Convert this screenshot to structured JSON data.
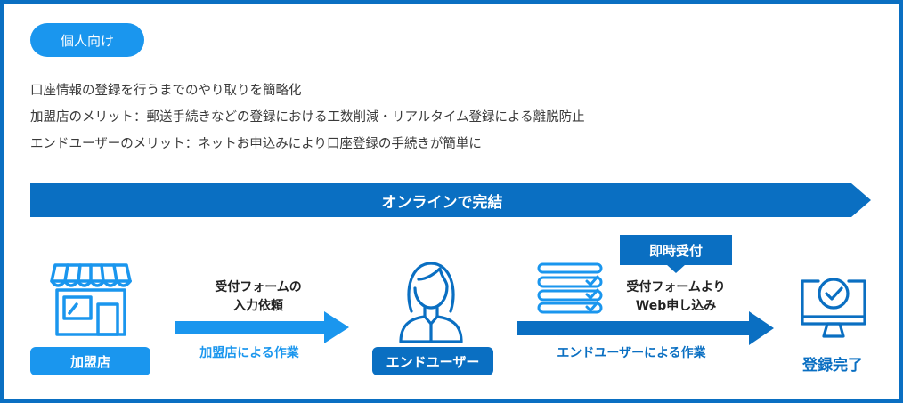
{
  "badge_top": "個人向け",
  "description": {
    "line1": "口座情報の登録を行うまでのやり取りを簡略化",
    "line2": "加盟店のメリット：郵送手続きなどの登録における工数削減・リアルタイム登録による離脱防止",
    "line3": "エンドユーザーのメリット：ネットお申込みにより口座登録の手続きが簡単に"
  },
  "banner": "オンラインで完結",
  "flow": {
    "merchant": {
      "label": "加盟店",
      "icon": "store-icon"
    },
    "step1": {
      "label_line1": "受付フォームの",
      "label_line2": "入力依頼",
      "sub": "加盟店による作業"
    },
    "enduser": {
      "label": "エンドユーザー",
      "icon": "person-icon"
    },
    "instant_badge": "即時受付",
    "step2": {
      "label_line1": "受付フォームより",
      "label_line2": "Web申し込み",
      "sub": "エンドユーザーによる作業",
      "icon": "checklist-icon"
    },
    "complete": {
      "label": "登録完了",
      "icon": "monitor-check-icon"
    }
  },
  "colors": {
    "dark_blue": "#0a6fc2",
    "light_blue": "#1a96ee",
    "text": "#333333"
  }
}
